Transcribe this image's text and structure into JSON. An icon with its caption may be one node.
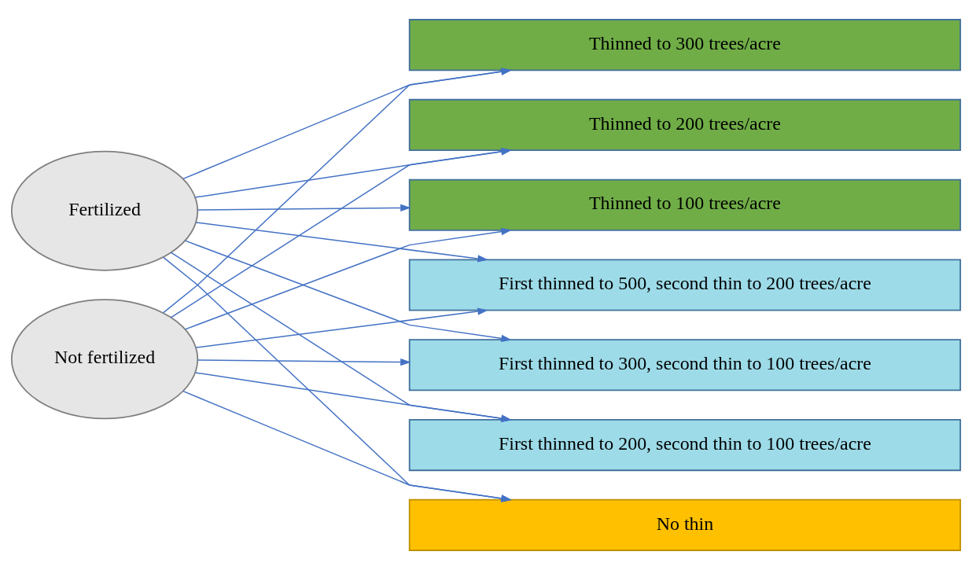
{
  "diagram": {
    "nodes": [
      {
        "text": [
          "Fertilized"
        ]
      },
      {
        "text": [
          "Not fertilized"
        ]
      },
      {
        "text": [
          "No thin"
        ]
      },
      {
        "text": [
          "Thinned to 300 trees/acre"
        ]
      },
      {
        "text": [
          "Thinned to 200 trees/acre"
        ]
      },
      {
        "text": [
          "Thinned to 100 trees/acre"
        ]
      },
      {
        "text": [
          "First thinned to 500, second thin to 200 trees/acre"
        ]
      },
      {
        "text": [
          "First thinned to 300, second thin to 100 trees/acre"
        ]
      },
      {
        "text": [
          "First thinned to 200, second thin to 100 trees/acre"
        ]
      }
    ],
    "edges": [
      {
        "from": 0,
        "to": 2,
        "arrow": "to"
      },
      {
        "from": 0,
        "to": 3,
        "arrow": "to"
      },
      {
        "from": 0,
        "to": 4,
        "arrow": "to"
      },
      {
        "from": 0,
        "to": 5,
        "arrow": "to"
      },
      {
        "from": 0,
        "to": 6,
        "arrow": "to"
      },
      {
        "from": 0,
        "to": 7,
        "arrow": "to"
      },
      {
        "from": 0,
        "to": 8,
        "arrow": "to"
      },
      {
        "from": 1,
        "to": 2,
        "arrow": "to"
      },
      {
        "from": 1,
        "to": 3,
        "arrow": "to"
      },
      {
        "from": 1,
        "to": 4,
        "arrow": "to"
      },
      {
        "from": 1,
        "to": 5,
        "arrow": "to"
      },
      {
        "from": 1,
        "to": 6,
        "arrow": "to"
      },
      {
        "from": 1,
        "to": 7,
        "arrow": "to"
      },
      {
        "from": 1,
        "to": 8,
        "arrow": "to"
      }
    ]
  }
}
